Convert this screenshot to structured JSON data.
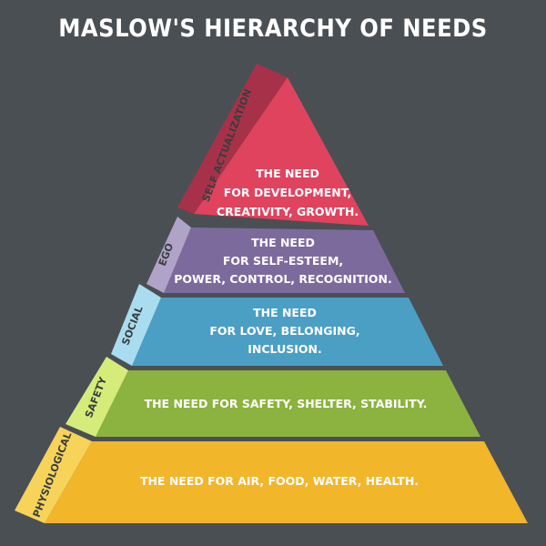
{
  "title": "MASLOW'S HIERARCHY OF NEEDS",
  "levels": [
    {
      "id": "self-actualization",
      "side_label": "SELF ACTUALIZATION",
      "lines": [
        "THE NEED",
        "FOR DEVELOPMENT,",
        "CREATIVITY, GROWTH."
      ],
      "front_color": "#e0435e",
      "side_color": "#a8314a"
    },
    {
      "id": "ego",
      "side_label": "EGO",
      "lines": [
        "THE NEED",
        "FOR SELF-ESTEEM,",
        "POWER, CONTROL, RECOGNITION."
      ],
      "front_color": "#7d6a9d",
      "side_color": "#b0a3c8"
    },
    {
      "id": "social",
      "side_label": "SOCIAL",
      "lines": [
        "THE NEED",
        "FOR LOVE, BELONGING,",
        "INCLUSION."
      ],
      "front_color": "#4b9ec4",
      "side_color": "#a9dcef"
    },
    {
      "id": "safety",
      "side_label": "SAFETY",
      "lines": [
        "THE NEED  FOR SAFETY, SHELTER, STABILITY."
      ],
      "front_color": "#8cb23f",
      "side_color": "#d6ec7a"
    },
    {
      "id": "physiological",
      "side_label": "PHYSIOLOGICAL",
      "lines": [
        "THE NEED  FOR AIR, FOOD, WATER, HEALTH."
      ],
      "front_color": "#f2b62b",
      "side_color": "#f7d35a"
    }
  ]
}
